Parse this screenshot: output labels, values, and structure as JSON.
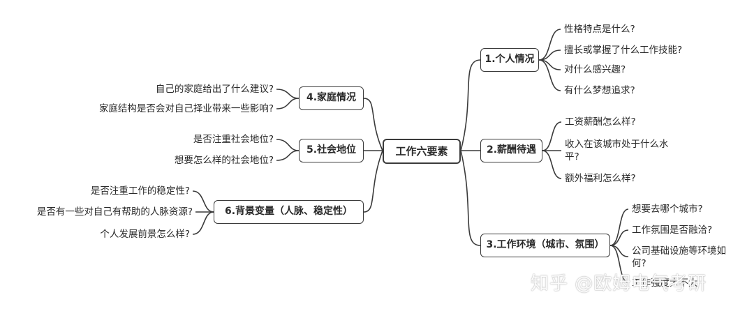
{
  "center": "工作六要素",
  "branches": [
    {
      "label": "1.个人情况",
      "items": [
        "性格特点是什么?",
        "擅长或掌握了什么工作技能?",
        "对什么感兴趣?",
        "有什么梦想追求?"
      ]
    },
    {
      "label": "2.薪酬待遇",
      "items": [
        "工资薪酬怎么样?",
        "收入在该城市处于什么水",
        "平?",
        "额外福利怎么样?"
      ]
    },
    {
      "label": "3.工作环境（城市、氛围）",
      "items": [
        "想要去哪个城市?",
        "工作氛围是否融洽?",
        "公司基础设施等环境如",
        "何?",
        "工作强度大不大"
      ]
    },
    {
      "label": "4.家庭情况",
      "items": [
        "自己的家庭给出了什么建议?",
        "家庭结构是否会对自己择业带来一些影响?"
      ]
    },
    {
      "label": "5.社会地位",
      "items": [
        "是否注重社会地位?",
        "想要怎么样的社会地位?"
      ]
    },
    {
      "label": "6.背景变量（人脉、稳定性）",
      "items": [
        "是否注重工作的稳定性?",
        "是否有一些对自己有帮助的人脉资源?",
        "个人发展前景怎么样?"
      ]
    }
  ],
  "watermark": "知乎 @欧姆电气考研"
}
